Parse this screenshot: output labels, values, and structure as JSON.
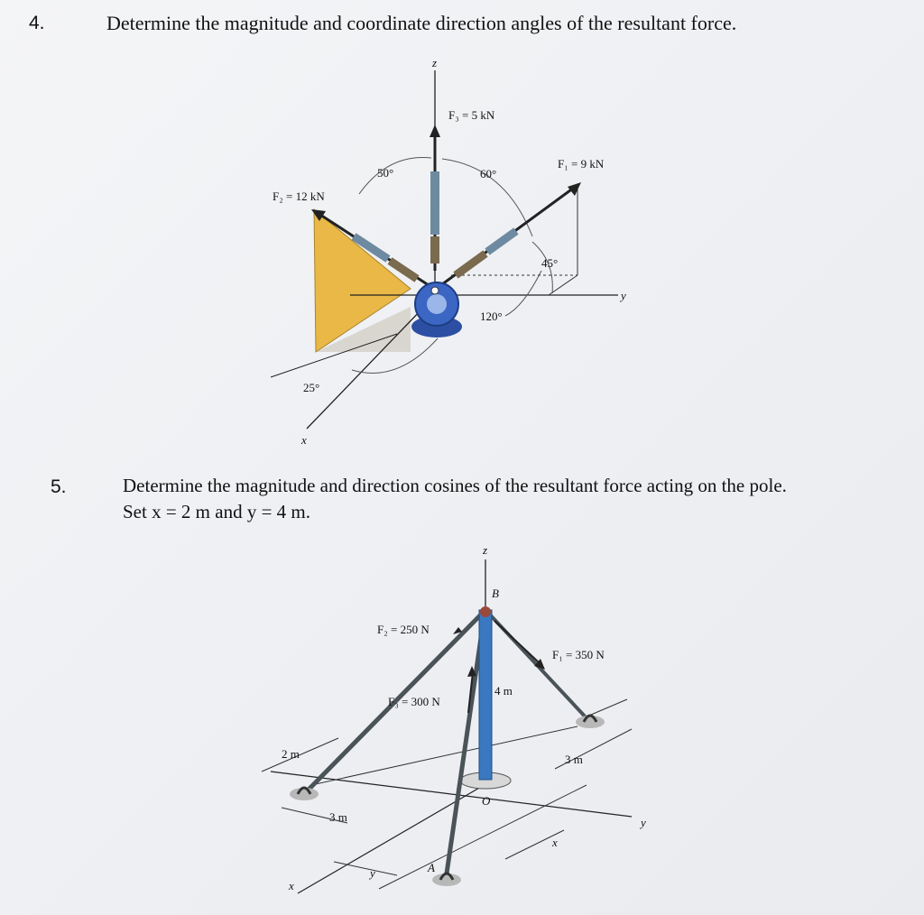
{
  "problems": [
    {
      "number": "4.",
      "text": "Determine the magnitude and coordinate direction angles of the resultant force.",
      "figure": {
        "axis_z": "z",
        "axis_y": "y",
        "axis_x": "x",
        "f1_label": "F₁ = 9 kN",
        "f2_label": "F₂ = 12 kN",
        "f3_label": "F₃ = 5 kN",
        "angle_50": "50°",
        "angle_60": "60°",
        "angle_45": "45°",
        "angle_120": "120°",
        "angle_25": "25°"
      }
    },
    {
      "number": "5.",
      "text_line1": "Determine the magnitude and direction cosines of the resultant force acting on the pole.",
      "text_line2": "Set x = 2 m and y = 4 m.",
      "figure": {
        "axis_z": "z",
        "axis_y": "y",
        "axis_x": "x",
        "point_b": "B",
        "point_o": "O",
        "point_a": "A",
        "f1_label": "F₁ = 350 N",
        "f2_label": "F₂ = 250 N",
        "f3_label": "F₃ = 300 N",
        "dim_4m": "4 m",
        "dim_2m": "2 m",
        "dim_3m_left": "3 m",
        "dim_3m_right": "3 m",
        "dim_x": "x",
        "dim_y": "y"
      }
    }
  ]
}
